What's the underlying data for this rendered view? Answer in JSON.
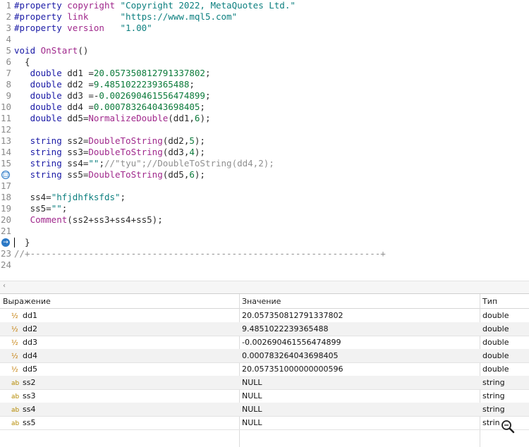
{
  "editor": {
    "lines": [
      {
        "n": "1",
        "parts": [
          {
            "t": "#property ",
            "c": "kw"
          },
          {
            "t": "copyright ",
            "c": "fn"
          },
          {
            "t": "\"Copyright 2022, MetaQuotes Ltd.\"",
            "c": "str"
          }
        ]
      },
      {
        "n": "2",
        "parts": [
          {
            "t": "#property ",
            "c": "kw"
          },
          {
            "t": "link      ",
            "c": "fn"
          },
          {
            "t": "\"https://www.mql5.com\"",
            "c": "str"
          }
        ]
      },
      {
        "n": "3",
        "parts": [
          {
            "t": "#property ",
            "c": "kw"
          },
          {
            "t": "version   ",
            "c": "fn"
          },
          {
            "t": "\"1.00\"",
            "c": "str"
          }
        ]
      },
      {
        "n": "4",
        "parts": []
      },
      {
        "n": "5",
        "parts": [
          {
            "t": "void ",
            "c": "kw"
          },
          {
            "t": "OnStart",
            "c": "fn"
          },
          {
            "t": "()",
            "c": "pl"
          }
        ]
      },
      {
        "n": "6",
        "parts": [
          {
            "t": "  {",
            "c": "pl"
          }
        ]
      },
      {
        "n": "7",
        "parts": [
          {
            "t": "   double ",
            "c": "kw"
          },
          {
            "t": "dd1 =",
            "c": "pl"
          },
          {
            "t": "20.057350812791337802",
            "c": "num"
          },
          {
            "t": ";",
            "c": "pl"
          }
        ]
      },
      {
        "n": "8",
        "parts": [
          {
            "t": "   double ",
            "c": "kw"
          },
          {
            "t": "dd2 =",
            "c": "pl"
          },
          {
            "t": "9.4851022239365488",
            "c": "num"
          },
          {
            "t": ";",
            "c": "pl"
          }
        ]
      },
      {
        "n": "9",
        "parts": [
          {
            "t": "   double ",
            "c": "kw"
          },
          {
            "t": "dd3 =-",
            "c": "pl"
          },
          {
            "t": "0.002690461556474899",
            "c": "num"
          },
          {
            "t": ";",
            "c": "pl"
          }
        ]
      },
      {
        "n": "10",
        "parts": [
          {
            "t": "   double ",
            "c": "kw"
          },
          {
            "t": "dd4 =",
            "c": "pl"
          },
          {
            "t": "0.000783264043698405",
            "c": "num"
          },
          {
            "t": ";",
            "c": "pl"
          }
        ]
      },
      {
        "n": "11",
        "parts": [
          {
            "t": "   double ",
            "c": "kw"
          },
          {
            "t": "dd5=",
            "c": "pl"
          },
          {
            "t": "NormalizeDouble",
            "c": "fn"
          },
          {
            "t": "(dd1,",
            "c": "pl"
          },
          {
            "t": "6",
            "c": "num"
          },
          {
            "t": ");",
            "c": "pl"
          }
        ]
      },
      {
        "n": "12",
        "parts": []
      },
      {
        "n": "13",
        "parts": [
          {
            "t": "   string ",
            "c": "kw"
          },
          {
            "t": "ss2=",
            "c": "pl"
          },
          {
            "t": "DoubleToString",
            "c": "fn"
          },
          {
            "t": "(dd2,",
            "c": "pl"
          },
          {
            "t": "5",
            "c": "num"
          },
          {
            "t": ");",
            "c": "pl"
          }
        ]
      },
      {
        "n": "14",
        "parts": [
          {
            "t": "   string ",
            "c": "kw"
          },
          {
            "t": "ss3=",
            "c": "pl"
          },
          {
            "t": "DoubleToString",
            "c": "fn"
          },
          {
            "t": "(dd3,",
            "c": "pl"
          },
          {
            "t": "4",
            "c": "num"
          },
          {
            "t": ");",
            "c": "pl"
          }
        ]
      },
      {
        "n": "15",
        "parts": [
          {
            "t": "   string ",
            "c": "kw"
          },
          {
            "t": "ss4=",
            "c": "pl"
          },
          {
            "t": "\"\"",
            "c": "str"
          },
          {
            "t": ";",
            "c": "pl"
          },
          {
            "t": "//\"tyu\";//DoubleToString(dd4,2);",
            "c": "cmt"
          }
        ]
      },
      {
        "n": "",
        "marker": "bp",
        "parts": [
          {
            "t": "   string ",
            "c": "kw"
          },
          {
            "t": "ss5=",
            "c": "pl"
          },
          {
            "t": "DoubleToString",
            "c": "fn"
          },
          {
            "t": "(dd5,",
            "c": "pl"
          },
          {
            "t": "6",
            "c": "num"
          },
          {
            "t": ");",
            "c": "pl"
          }
        ]
      },
      {
        "n": "17",
        "parts": []
      },
      {
        "n": "18",
        "parts": [
          {
            "t": "   ss4=",
            "c": "pl"
          },
          {
            "t": "\"hfjdhfksfds\"",
            "c": "str"
          },
          {
            "t": ";",
            "c": "pl"
          }
        ]
      },
      {
        "n": "19",
        "parts": [
          {
            "t": "   ss5=",
            "c": "pl"
          },
          {
            "t": "\"\"",
            "c": "str"
          },
          {
            "t": ";",
            "c": "pl"
          }
        ]
      },
      {
        "n": "20",
        "parts": [
          {
            "t": "   ",
            "c": "pl"
          },
          {
            "t": "Comment",
            "c": "fn"
          },
          {
            "t": "(ss2+ss3+ss4+ss5);",
            "c": "pl"
          }
        ]
      },
      {
        "n": "21",
        "parts": []
      },
      {
        "n": "",
        "marker": "cur",
        "parts": [
          {
            "t": "  }",
            "c": "pl"
          }
        ]
      },
      {
        "n": "23",
        "parts": [
          {
            "t": "//+------------------------------------------------------------------+",
            "c": "cmt"
          }
        ]
      },
      {
        "n": "24",
        "parts": []
      }
    ]
  },
  "watch": {
    "headers": {
      "expr": "Выражение",
      "value": "Значение",
      "type": "Тип"
    },
    "rows": [
      {
        "icon": "½",
        "name": "dd1",
        "value": "20.057350812791337802",
        "type": "double"
      },
      {
        "icon": "½",
        "name": "dd2",
        "value": "9.4851022239365488",
        "type": "double"
      },
      {
        "icon": "½",
        "name": "dd3",
        "value": "-0.002690461556474899",
        "type": "double"
      },
      {
        "icon": "½",
        "name": "dd4",
        "value": "0.000783264043698405",
        "type": "double"
      },
      {
        "icon": "½",
        "name": "dd5",
        "value": "20.057351000000000596",
        "type": "double"
      },
      {
        "icon": "ab",
        "name": "ss2",
        "value": "NULL",
        "type": "string"
      },
      {
        "icon": "ab",
        "name": "ss3",
        "value": "NULL",
        "type": "string"
      },
      {
        "icon": "ab",
        "name": "ss4",
        "value": "NULL",
        "type": "string"
      },
      {
        "icon": "ab",
        "name": "ss5",
        "value": "NULL",
        "type": "strin"
      }
    ]
  }
}
